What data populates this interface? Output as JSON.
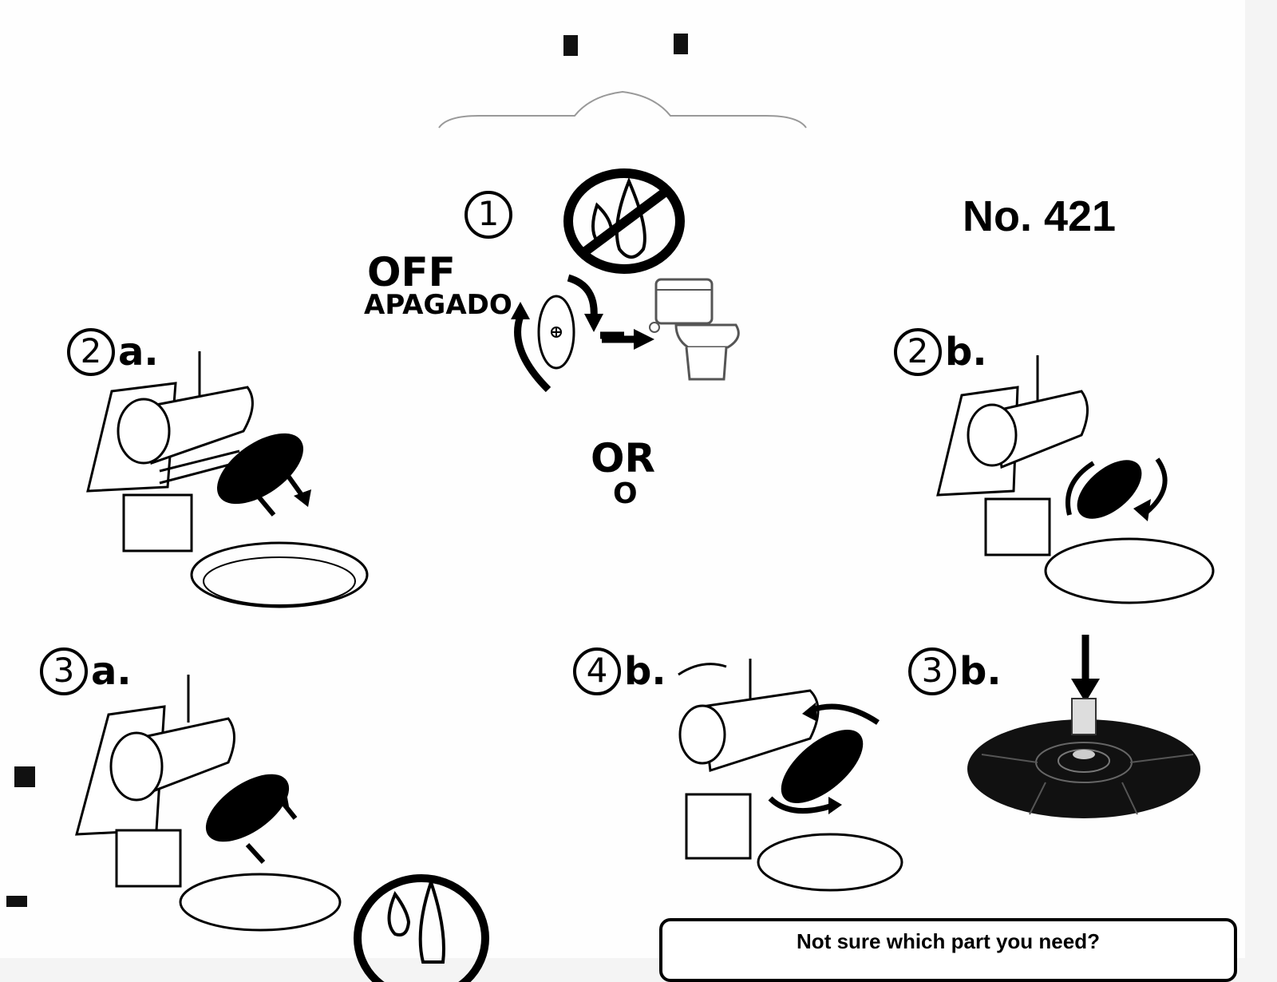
{
  "product": {
    "number": "No. 421"
  },
  "step1": {
    "num": "1",
    "off": "OFF",
    "apagado": "APAGADO"
  },
  "or": {
    "en": "OR",
    "es": "O"
  },
  "steps": [
    {
      "num": "2",
      "suffix": "a."
    },
    {
      "num": "2",
      "suffix": "b."
    },
    {
      "num": "3",
      "suffix": "a."
    },
    {
      "num": "4",
      "suffix": "b."
    },
    {
      "num": "3",
      "suffix": "b."
    }
  ],
  "help": {
    "question": "Not sure which part you need?"
  },
  "colors": {
    "ink": "#000000",
    "card": "#fefefe",
    "background": "#f4f4f4"
  },
  "icons": [
    "no-water-icon",
    "shutoff-valve-icon",
    "toilet-icon",
    "faucet-icon",
    "aerator-disc-icon",
    "water-drops-icon"
  ]
}
